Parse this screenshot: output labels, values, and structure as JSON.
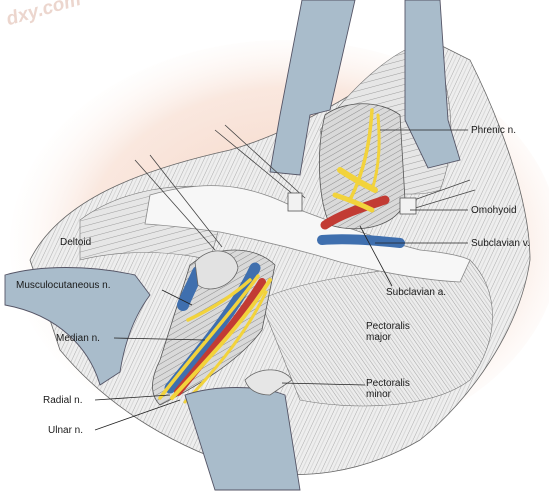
{
  "watermark": "dxy.com",
  "labels": {
    "phrenic": "Phrenic n.",
    "omohyoid": "Omohyoid",
    "subclavian_v": "Subclavian v.",
    "subclavian_a": "Subclavian a.",
    "deltoid": "Deltoid",
    "musculocutaneous": "Musculocutaneous n.",
    "median": "Median n.",
    "pectoralis_major": [
      "Pectoralis",
      "major"
    ],
    "pectoralis_minor": [
      "Pectoralis",
      "minor"
    ],
    "radial": "Radial n.",
    "ulnar": "Ulnar n."
  },
  "colors": {
    "nerve": "#f2d33c",
    "artery": "#c23b34",
    "vein": "#3f6fae",
    "retractor": "#a9bccb",
    "skin_halo": "#f4cdbb"
  }
}
